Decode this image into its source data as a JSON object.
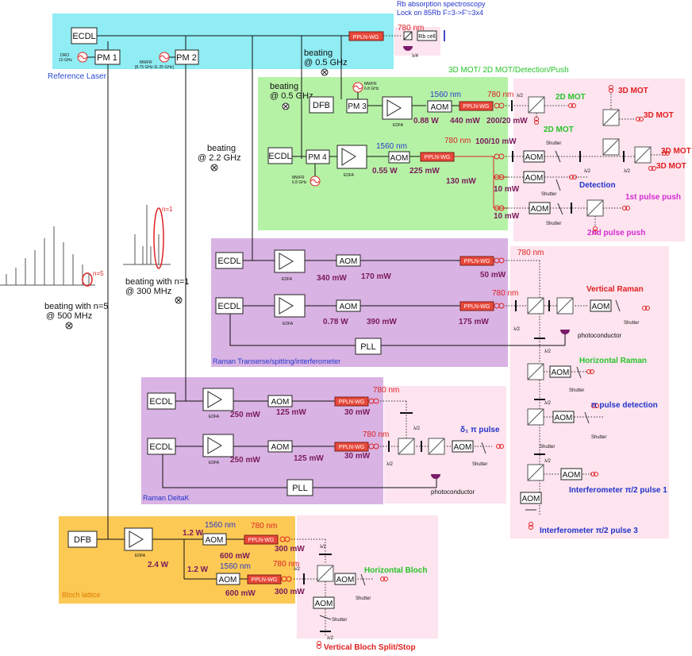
{
  "top_annotation": {
    "line1": "Rb absorption spectroscopy",
    "line2": "Lock on 85Rb F=3->F'=3x4"
  },
  "regions": {
    "reference": "Reference Laser",
    "mot": "3D MOT/ 2D MOT/Detection/Push",
    "raman_transverse": "Raman Transerse/spitting/interferometer",
    "raman_deltak": "Raman DeltaK",
    "bloch": "Bloch lattice"
  },
  "components": {
    "ecdl": "ECDL",
    "dfb": "DFB",
    "pm1": "PM 1",
    "pm2": "PM 2",
    "pm3": "PM 3",
    "pm4": "PM 4",
    "aom": "AOM",
    "pll": "PLL",
    "ppln": "PPLN-WG",
    "rbcell": "Rb cell",
    "edfa": "EDFA",
    "photoconductor": "photoconductor",
    "shutter": "Shutter",
    "halfwave": "λ/2",
    "quarterwave": "λ/4"
  },
  "labels": {
    "dro": "DRO",
    "dro_freq": "10 GHz",
    "mwfr1": "MWFR",
    "mwfr1_range": "[8.75 GHz:11.25 GHz]",
    "mwfr2": "MWFR",
    "mwfr2_freq": "6.8 GHz",
    "mwfr3": "MWFR",
    "mwfr3_freq": "6.8 GHz",
    "beat1_a": "beating",
    "beat1_b": "@ 0.5 GHz",
    "beat2_a": "beating",
    "beat2_b": "@ 0.5 GHz",
    "beat3_a": "beating",
    "beat3_b": "@ 2.2 GHz",
    "beat4_a": "beating with n=1",
    "beat4_b": "@ 300 MHz",
    "beat5_a": "beating with n=5",
    "beat5_b": "@ 500 MHz",
    "n1": "n=1",
    "n5": "n=5"
  },
  "wavelengths": {
    "nm780": "780 nm",
    "nm1560": "1560 nm"
  },
  "powers": {
    "mot_a": "0.88 W",
    "mot_b": "440 mW",
    "mot_c": "200/20 mW",
    "mot_d": "0.55 W",
    "mot_e": "225 mW",
    "mot_f": "100/10 mW",
    "mot_g": "130 mW",
    "mot_h": "10 mW",
    "mot_i": "10 mW",
    "rt_a": "340 mW",
    "rt_b": "170 mW",
    "rt_c": "50 mW",
    "rt_d": "0.78 W",
    "rt_e": "390 mW",
    "rt_f": "175 mW",
    "rd_a": "250 mW",
    "rd_b": "125 mW",
    "rd_c": "30 mW",
    "rd_d": "250 mW",
    "rd_e": "125 mW",
    "rd_f": "30 mW",
    "bl_a": "1.2 W",
    "bl_b": "2.4 W",
    "bl_c": "1.2 W",
    "bl_d": "600 mW",
    "bl_e": "300 mW",
    "bl_f": "600 mW",
    "bl_g": "300 mW"
  },
  "outputs": {
    "mot2d_a": "2D MOT",
    "mot2d_b": "2D MOT",
    "mot3d_a": "3D MOT",
    "mot3d_b": "3D MOT",
    "mot3d_c": "3D MOT",
    "mot3d_d": "3D MOT",
    "detection": "Detection",
    "push1": "1st pulse push",
    "push2": "2nd pulse push",
    "vertical_raman": "Vertical Raman",
    "horizontal_raman": "Horizontal Raman",
    "pi_detect": "π pulse detection",
    "delta_pi": "δ₁ π pulse",
    "interf1": "Interferometer π/2 pulse 1",
    "interf3": "Interferometer π/2 pulse 3",
    "horizontal_bloch": "Horizontal Bloch",
    "vertical_bloch": "Vertical Bloch Split/Stop"
  },
  "colors": {
    "cyan": "#8fedf3",
    "green": "#b6f2a6",
    "purple": "#d9b3e3",
    "orange": "#fcc955",
    "pink": "#fde4ee",
    "ppln": "#e8483a",
    "red": "#e02020",
    "green_text": "#27c42a",
    "blue_text": "#2233cc",
    "magenta": "#d42cd4"
  }
}
